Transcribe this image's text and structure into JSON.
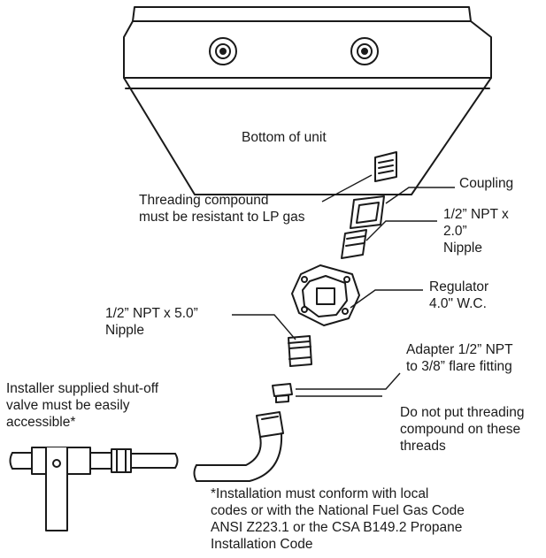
{
  "labels": {
    "bottom_of_unit": "Bottom of unit",
    "threading_compound": [
      "Threading compound",
      "must be resistant to LP gas"
    ],
    "coupling": "Coupling",
    "nipple_short": [
      "1/2” NPT x",
      "2.0”",
      "Nipple"
    ],
    "regulator": [
      "Regulator",
      "4.0\" W.C."
    ],
    "nipple_long": [
      "1/2” NPT x 5.0”",
      "Nipple"
    ],
    "adapter": [
      "Adapter 1/2” NPT",
      "to 3/8” flare fitting"
    ],
    "no_compound": [
      "Do not put threading",
      "compound on these",
      "threads"
    ],
    "shutoff_valve": [
      "Installer supplied shut-off",
      "valve must be easily",
      "accessible*"
    ],
    "footnote": [
      "*Installation must conform with local",
      "codes or with the National Fuel Gas Code",
      "ANSI Z223.1 or the CSA B149.2 Propane",
      "Installation Code"
    ]
  }
}
